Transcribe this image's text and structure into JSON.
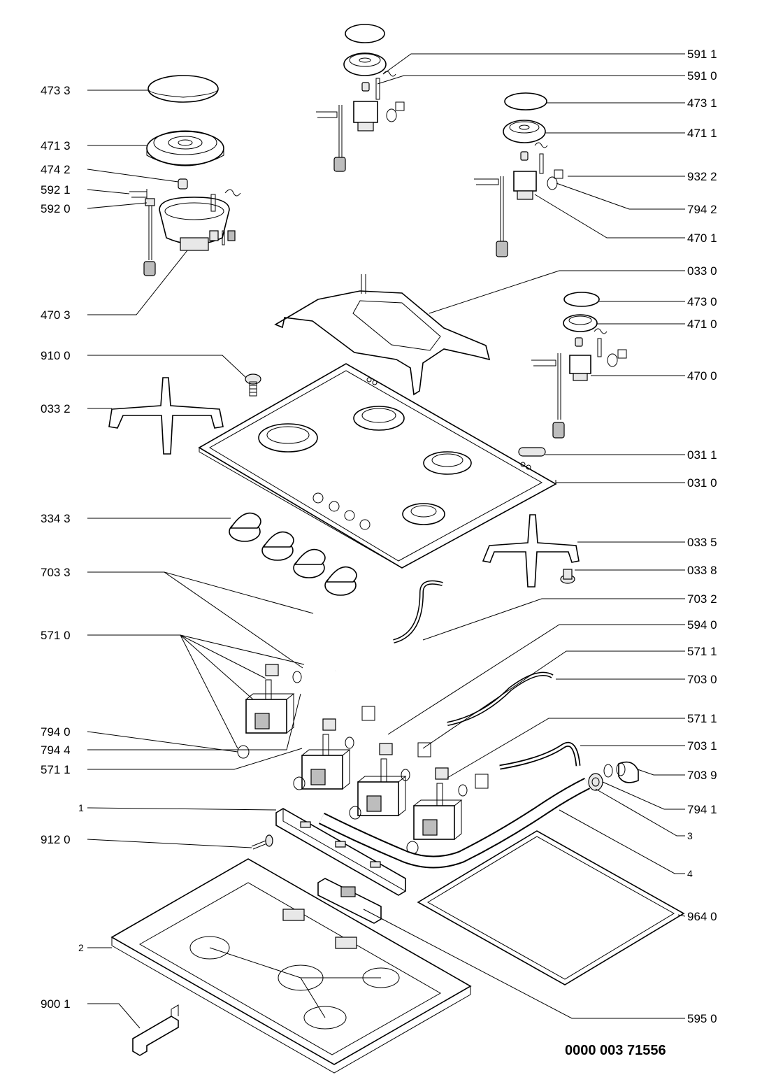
{
  "document_number": "0000 003 71556",
  "labels_left": [
    {
      "id": "l-4733",
      "text": "473 3"
    },
    {
      "id": "l-4713",
      "text": "471 3"
    },
    {
      "id": "l-4742",
      "text": "474 2"
    },
    {
      "id": "l-5921",
      "text": "592 1"
    },
    {
      "id": "l-5920",
      "text": "592 0"
    },
    {
      "id": "l-4703",
      "text": "470 3"
    },
    {
      "id": "l-9100",
      "text": "910 0"
    },
    {
      "id": "l-0332",
      "text": "033 2"
    },
    {
      "id": "l-3343",
      "text": "334 3"
    },
    {
      "id": "l-7033",
      "text": "703 3"
    },
    {
      "id": "l-5710",
      "text": "571 0"
    },
    {
      "id": "l-7940",
      "text": "794 0"
    },
    {
      "id": "l-7944",
      "text": "794 4"
    },
    {
      "id": "l-5711a",
      "text": "571 1"
    },
    {
      "id": "l-1",
      "text": "1"
    },
    {
      "id": "l-9120",
      "text": "912 0"
    },
    {
      "id": "l-2",
      "text": "2"
    },
    {
      "id": "l-9001",
      "text": "900 1"
    }
  ],
  "labels_right": [
    {
      "id": "r-5911",
      "text": "591 1"
    },
    {
      "id": "r-5910",
      "text": "591 0"
    },
    {
      "id": "r-4731",
      "text": "473 1"
    },
    {
      "id": "r-4711",
      "text": "471 1"
    },
    {
      "id": "r-9322",
      "text": "932 2"
    },
    {
      "id": "r-7942",
      "text": "794 2"
    },
    {
      "id": "r-4701",
      "text": "470 1"
    },
    {
      "id": "r-0330",
      "text": "033 0"
    },
    {
      "id": "r-4730",
      "text": "473 0"
    },
    {
      "id": "r-4710",
      "text": "471 0"
    },
    {
      "id": "r-4700",
      "text": "470 0"
    },
    {
      "id": "r-0311",
      "text": "031 1"
    },
    {
      "id": "r-0310",
      "text": "031 0"
    },
    {
      "id": "r-0335",
      "text": "033 5"
    },
    {
      "id": "r-0338",
      "text": "033 8"
    },
    {
      "id": "r-7032",
      "text": "703 2"
    },
    {
      "id": "r-5940",
      "text": "594 0"
    },
    {
      "id": "r-5711b",
      "text": "571 1"
    },
    {
      "id": "r-7030",
      "text": "703 0"
    },
    {
      "id": "r-5711c",
      "text": "571 1"
    },
    {
      "id": "r-7031",
      "text": "703 1"
    },
    {
      "id": "r-7039",
      "text": "703 9"
    },
    {
      "id": "r-7941",
      "text": "794 1"
    },
    {
      "id": "r-3",
      "text": "3"
    },
    {
      "id": "r-4",
      "text": "4"
    },
    {
      "id": "r-9640",
      "text": "964 0"
    },
    {
      "id": "r-5950",
      "text": "595 0"
    }
  ]
}
